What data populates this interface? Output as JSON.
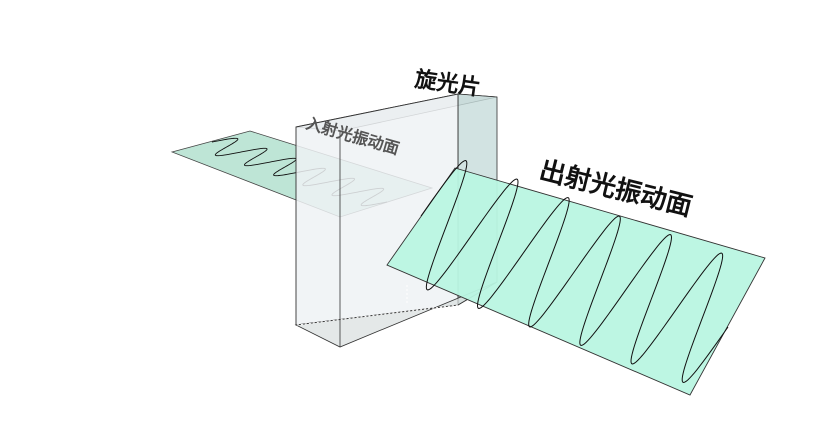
{
  "labels": {
    "rotator": "旋光片",
    "incident_plane": "入射光振动面",
    "outgoing_plane": "出射光振动面"
  },
  "colors": {
    "plane_fill": "#b9f5e2",
    "plane_fill_incident": "#a8dcc8",
    "plate_front": "#eef2f5",
    "plate_side": "#c7dcdb",
    "plate_top": "#d8dcdc",
    "stroke": "#222222",
    "wave": "#111111"
  },
  "waves": {
    "incident_cycles": 6,
    "outgoing_cycles": 6
  }
}
